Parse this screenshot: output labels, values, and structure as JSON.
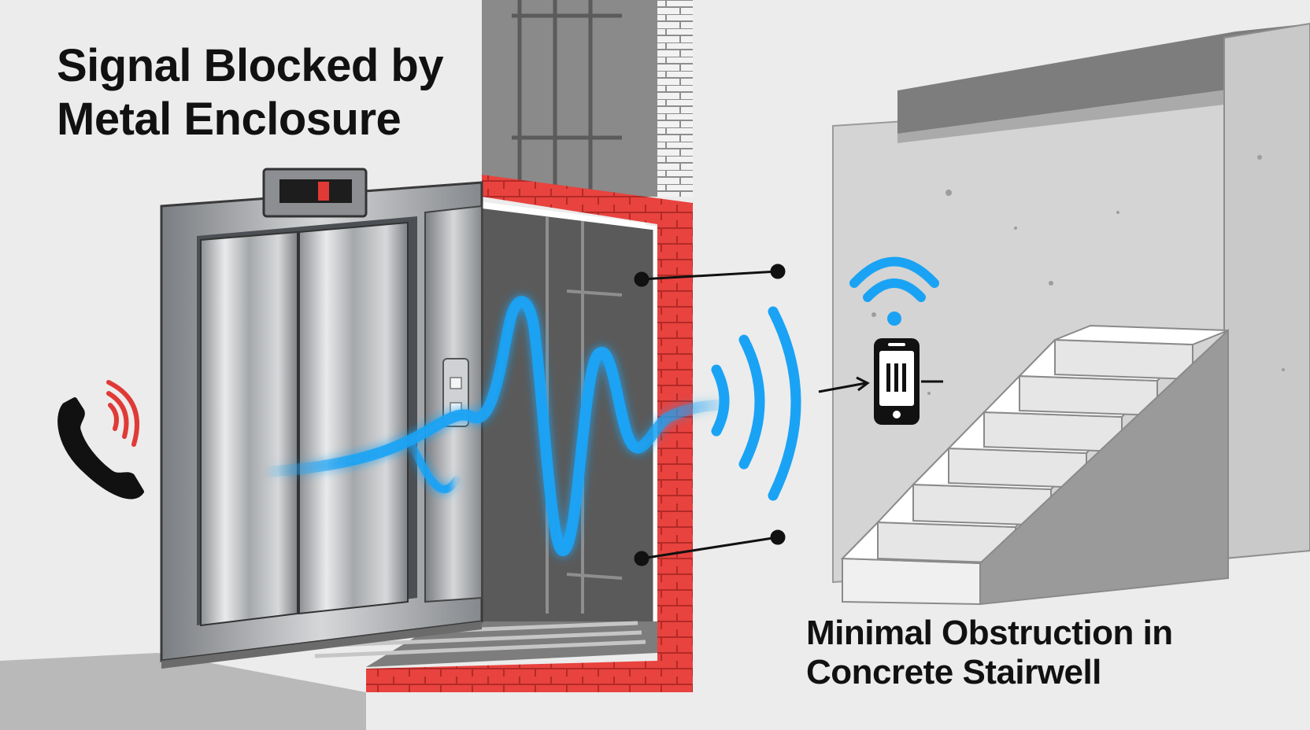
{
  "captions": {
    "blocked": [
      "Signal Blocked by",
      "Metal Enclosure"
    ],
    "minimal": [
      "Minimal Obstruction in",
      "Concrete Stairwell"
    ]
  },
  "icons": [
    "phone-ringing-icon",
    "signal-wave-icon",
    "wifi-icon",
    "smartphone-icon"
  ],
  "colors": {
    "signal_blue": "#1aa3f5",
    "shaft_brick_red": "#e8433f",
    "phone_ring_red": "#e03a36",
    "steel": "#b9bbbe",
    "concrete": "#d9d9d9"
  }
}
